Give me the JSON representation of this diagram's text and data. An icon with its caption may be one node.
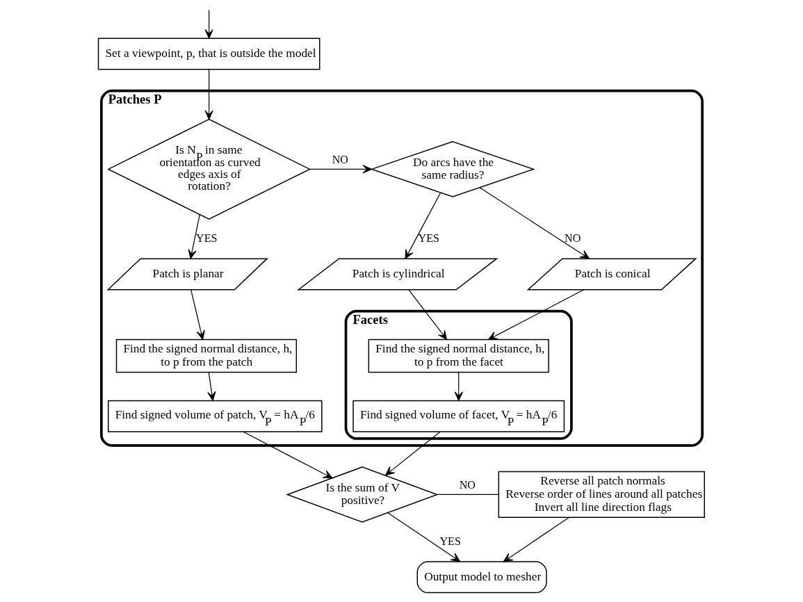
{
  "diagram": {
    "nodes": [
      {
        "text": [
          "Set a viewpoint, p, that is outside the model"
        ]
      },
      {
        "text": [
          "Patches P"
        ]
      },
      {
        "text": [
          "Is N$_{P}$ in same orientation as curved edges axis of rotation?"
        ],
        "in": 1
      },
      {
        "text": [
          "Do arcs have the same radius?"
        ],
        "in": 1
      },
      {
        "text": [
          "Patch is planar"
        ],
        "in": 1
      },
      {
        "text": [
          "Patch is cylindrical"
        ],
        "in": 1
      },
      {
        "text": [
          "Patch is conical"
        ],
        "in": 1
      },
      {
        "text": [
          "Find the signed normal distance, h, to p from the patch"
        ],
        "in": 1
      },
      {
        "text": [
          "Facets"
        ],
        "in": 1
      },
      {
        "text": [
          "Find the signed normal distance, h, to p from the facet"
        ],
        "in": 8
      },
      {
        "text": [
          "Find signed volume of patch, V$_{P}$ = hA$_{P}$/6"
        ],
        "in": 1
      },
      {
        "text": [
          "Find signed volume of facet, V$_{P}$ = hA$_{P}$/6"
        ],
        "in": 8
      },
      {
        "text": [
          "Is the sum of V positive?"
        ]
      },
      {
        "text": [
          "Reverse all patch normals",
          "Reverse order of lines around all patches",
          "Invert all line direction flags"
        ]
      },
      {
        "text": [
          "Output model to mesher"
        ]
      }
    ],
    "edges": [
      {
        "from": null,
        "to": 0,
        "arrow": "to"
      },
      {
        "from": 0,
        "to": 2,
        "arrow": "to"
      },
      {
        "from": 2,
        "to": 3,
        "arrow": "to",
        "label": "NO"
      },
      {
        "from": 2,
        "to": 4,
        "arrow": "to",
        "label": "YES"
      },
      {
        "from": 3,
        "to": 5,
        "arrow": "to",
        "label": "YES"
      },
      {
        "from": 3,
        "to": 6,
        "arrow": "to",
        "label": "NO"
      },
      {
        "from": 4,
        "to": 7,
        "arrow": "to"
      },
      {
        "from": 7,
        "to": 10,
        "arrow": "to"
      },
      {
        "from": 5,
        "to": 9,
        "arrow": "to"
      },
      {
        "from": 6,
        "to": 9,
        "arrow": "to"
      },
      {
        "from": 9,
        "to": 11,
        "arrow": "to"
      },
      {
        "from": 10,
        "to": 12,
        "arrow": "to"
      },
      {
        "from": 11,
        "to": 12,
        "arrow": "to"
      },
      {
        "from": 12,
        "to": 13,
        "arrow": "none",
        "label": "NO"
      },
      {
        "from": 12,
        "to": 14,
        "arrow": "to",
        "label": "YES"
      },
      {
        "from": 13,
        "to": 14,
        "arrow": "to"
      }
    ]
  }
}
